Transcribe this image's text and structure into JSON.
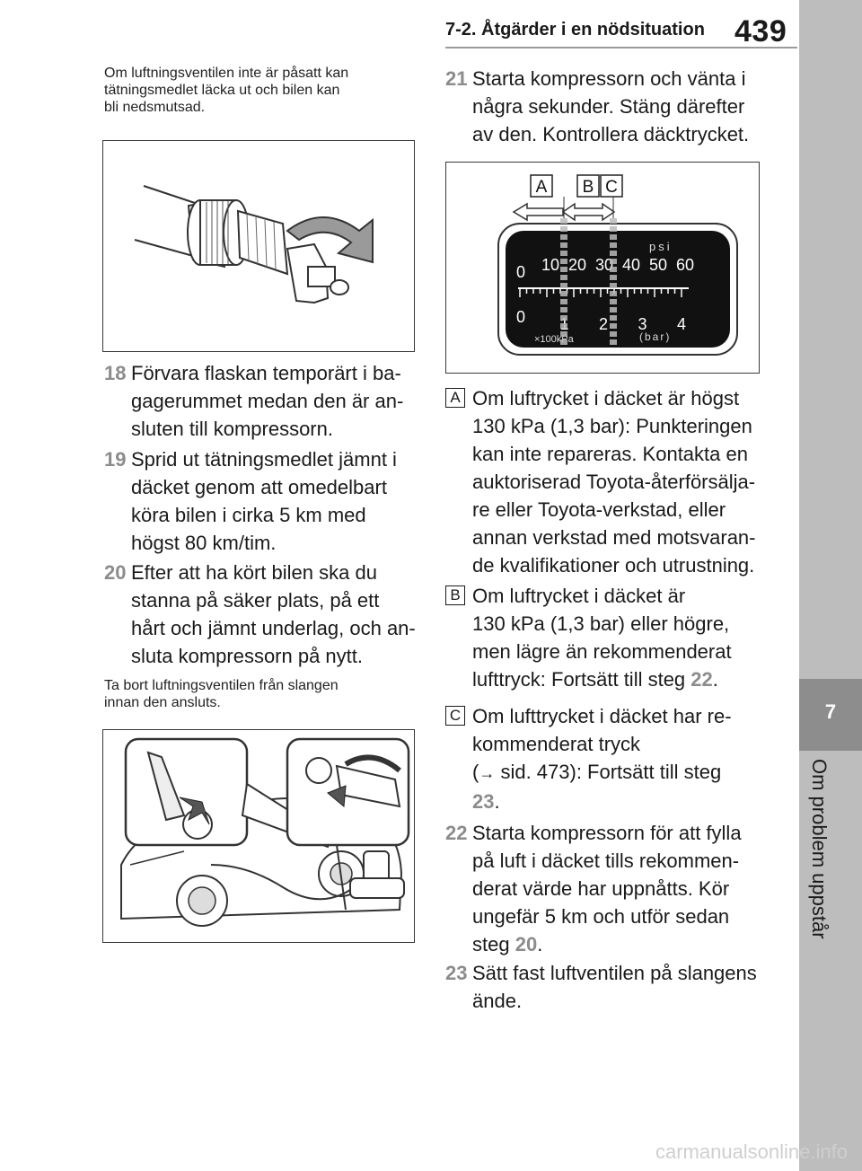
{
  "header": {
    "section_title": "7-2. Åtgärder i en nödsituation",
    "page_number": "439"
  },
  "side_tab": {
    "chapter_number": "7",
    "chapter_title": "Om problem uppstår"
  },
  "left_column": {
    "note_valve": [
      "Om luftningsventilen inte är påsatt kan",
      "tätningsmedlet läcka ut och bilen kan",
      "bli nedsmutsad."
    ],
    "steps": [
      {
        "num": "18",
        "lines": [
          "Förvara flaskan temporärt i ba-",
          "gagerummet medan den är an-",
          "sluten till kompressorn."
        ]
      },
      {
        "num": "19",
        "lines": [
          "Sprid ut tätningsmedlet jämnt i",
          "däcket genom att omedelbart",
          "köra bilen i cirka 5 km med",
          "högst 80 km/tim."
        ]
      },
      {
        "num": "20",
        "lines": [
          "Efter att ha kört bilen ska du",
          "stanna på säker plats, på ett",
          "hårt och jämnt underlag, och an-",
          "sluta kompressorn på nytt."
        ]
      }
    ],
    "note_remove": [
      "Ta bort luftningsventilen från slangen",
      "innan den ansluts."
    ]
  },
  "right_column": {
    "step21": {
      "num": "21",
      "lines": [
        "Starta kompressorn och vänta i",
        "några sekunder. Stäng därefter",
        "av den. Kontrollera däcktrycket."
      ]
    },
    "gauge": {
      "labels": {
        "a": "A",
        "b": "B",
        "c": "C"
      },
      "unit_psi": "psi",
      "unit_bar": "(bar)",
      "unit_kpa": "×100kPa",
      "psi_ticks": [
        "0",
        "10",
        "20",
        "30",
        "40",
        "50",
        "60"
      ],
      "bar_ticks": [
        "0",
        "1",
        "2",
        "3",
        "4"
      ]
    },
    "legend": [
      {
        "key": "A",
        "lines": [
          "Om luftrycket i däcket är högst",
          "130 kPa (1,3 bar): Punkteringen",
          "kan inte repareras. Kontakta en",
          "auktoriserad Toyota-återförsälja-",
          "re eller Toyota-verkstad, eller",
          "annan verkstad med motsvaran-",
          "de kvalifikationer och utrustning."
        ]
      },
      {
        "key": "B",
        "lines": [
          "Om luftrycket i däcket är",
          "130 kPa (1,3 bar) eller högre,",
          "men lägre än rekommenderat",
          "lufttryck: Fortsätt till steg"
        ],
        "ref": "22",
        "after": "."
      },
      {
        "key": "C",
        "lines": [
          "Om lufttrycket i däcket har re-",
          "kommenderat tryck"
        ],
        "line3_pre": "(",
        "line3_post": " sid. 473): Fortsätt till steg",
        "ref": "23",
        "after": "."
      }
    ],
    "step22": {
      "num": "22",
      "lines": [
        "Starta kompressorn för att fylla",
        "på luft i däcket tills rekommen-",
        "derat värde har uppnåtts. Kör",
        "ungefär 5 km och utför sedan"
      ],
      "last_pre": "steg ",
      "ref": "20",
      "after": "."
    },
    "step23": {
      "num": "23",
      "lines": [
        "Sätt fast luftventilen på slangens",
        "ände."
      ]
    }
  },
  "watermark": "carmanualsonline.info"
}
